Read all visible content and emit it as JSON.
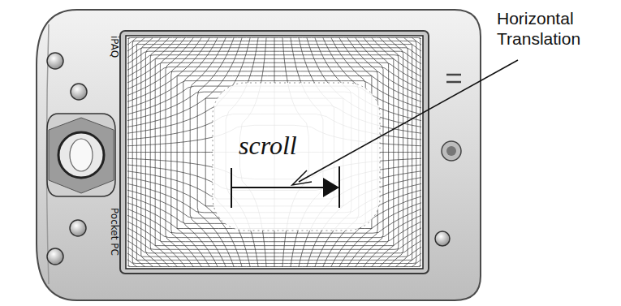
{
  "diagram": {
    "labels": [
      "iPAQ",
      "Pocket PC",
      "scroll",
      "Horizontal Translation"
    ]
  }
}
